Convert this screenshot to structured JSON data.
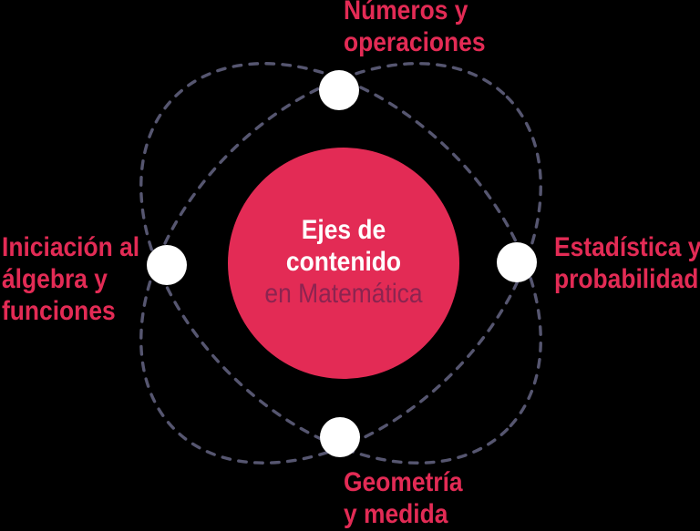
{
  "diagram": {
    "center": {
      "title_line1": "Ejes de",
      "title_line2": "contenido",
      "subtitle": "en Matemática"
    },
    "nodes": {
      "top": {
        "lines": [
          "Números y",
          "operaciones"
        ]
      },
      "right": {
        "lines": [
          "Estadística y",
          "probabilidad"
        ]
      },
      "bottom": {
        "lines": [
          "Geometría",
          "y medida"
        ]
      },
      "left": {
        "lines": [
          "Iniciación al",
          "álgebra y",
          "funciones"
        ]
      }
    }
  },
  "colors": {
    "background": "#000000",
    "accent_pink": "#E32B55",
    "subtitle_plum": "#8C2450",
    "orbit_dash": "#565670",
    "node_white": "#FFFFFF",
    "title_white": "#FFFFFF"
  }
}
